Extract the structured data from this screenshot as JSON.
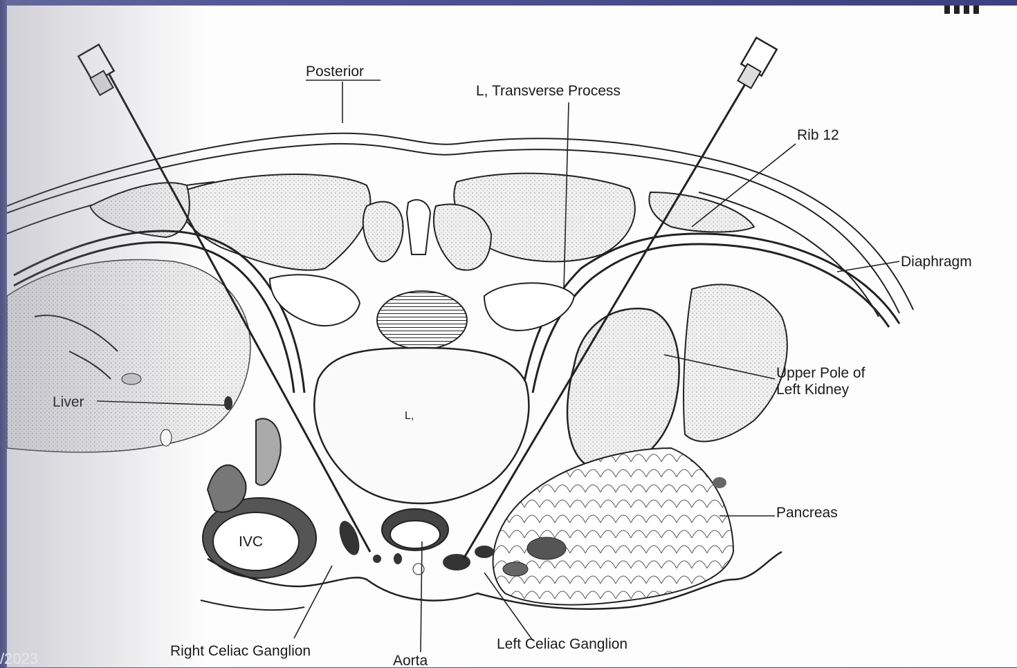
{
  "figure": {
    "labels": {
      "posterior": "Posterior",
      "transverse_process": "L, Transverse Process",
      "rib12": "Rib 12",
      "diaphragm": "Diaphragm",
      "kidney_line1": "Upper Pole of",
      "kidney_line2": "Left Kidney",
      "liver": "Liver",
      "pancreas": "Pancreas",
      "ivc": "IVC",
      "vertebra": "L,",
      "right_celiac": "Right Celiac Ganglion",
      "left_celiac": "Left Celiac Ganglion",
      "aorta": "Aorta"
    }
  },
  "slide": {
    "date_fragment": "/2023"
  }
}
